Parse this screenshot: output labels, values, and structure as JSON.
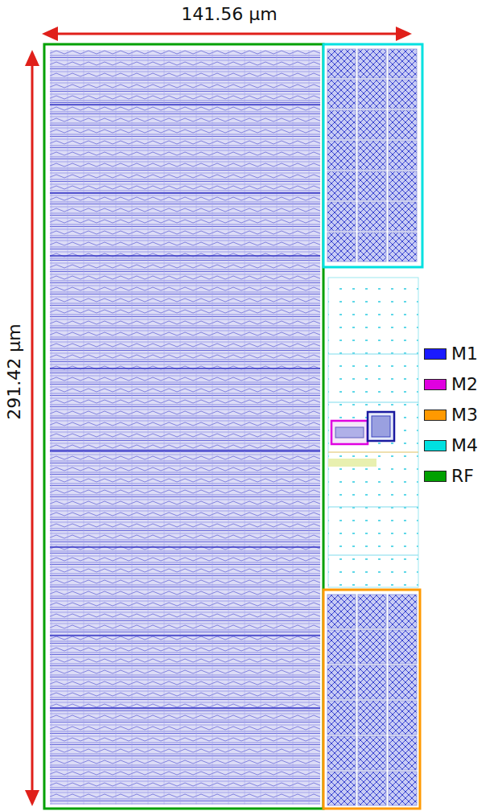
{
  "diagram": {
    "labels": [
      "141.56 µm",
      "291.42 µm"
    ],
    "legend": [
      {
        "text": "M1",
        "color": "#1a1aff"
      },
      {
        "text": "M2",
        "color": "#e000e0"
      },
      {
        "text": "M3",
        "color": "#ff9900"
      },
      {
        "text": "M4",
        "color": "#00e0e0"
      },
      {
        "text": "RF",
        "color": "#00a000"
      }
    ]
  }
}
